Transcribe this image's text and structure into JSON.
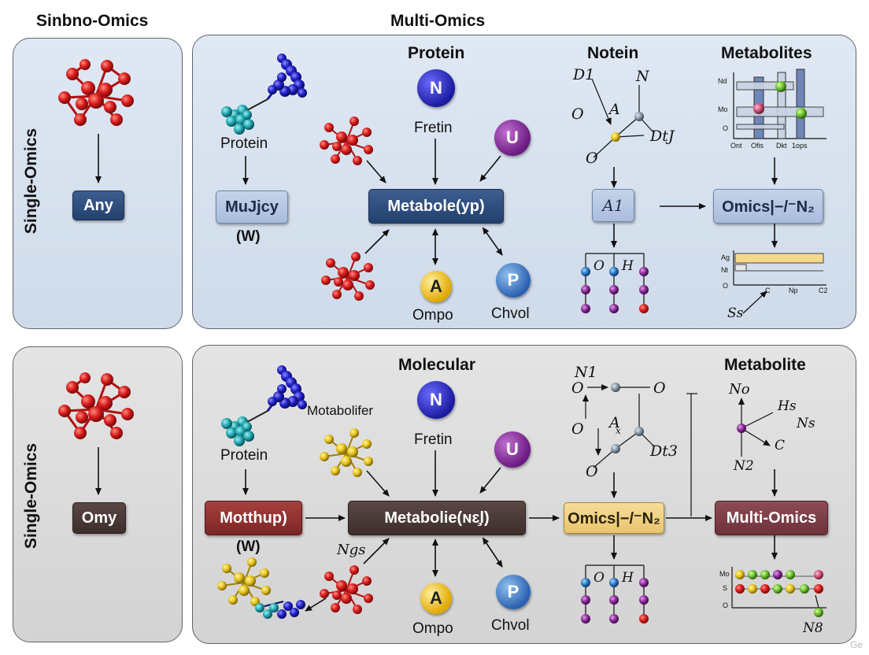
{
  "headers": {
    "single_title": "Sinbno-Omics",
    "multi_title": "Multi-Omics"
  },
  "top": {
    "side_label": "Single-Omics",
    "single_box": "Any",
    "protein_label": "Protein",
    "mujcy_box": "MuJjcy",
    "w_label": "(W)",
    "protein_header": "Protein",
    "fretin_label": "Fretin",
    "n_circle": "N",
    "u_circle": "U",
    "metabole_box": "Metabole(yp)",
    "a_circle": "A",
    "ompo_label": "Ompo",
    "p_circle": "P",
    "chvol_label": "Chvol",
    "notein_header": "Notein",
    "d1": "D1",
    "n_lbl": "N",
    "o_lbl": "O",
    "a_lbl": "A",
    "o_lbl2": "O",
    "dtj": "DtJ",
    "a1_box": "A1",
    "tree_o": "O",
    "tree_h": "H",
    "metabolites_header": "Metabolites",
    "mtab_y": [
      "Nd",
      "Mo",
      "O"
    ],
    "mtab_x": [
      "Ont",
      "Ofis",
      "Dkt",
      "1ops"
    ],
    "omics_box": "Omics|−/⁻N₂",
    "bar_y": [
      "Ag",
      "Nt",
      "O"
    ],
    "bar_x": [
      "C",
      "Np",
      "C2"
    ],
    "ss": "Ss"
  },
  "bottom": {
    "side_label": "Single-Omics",
    "single_box": "Omy",
    "protein_label": "Protein",
    "motabolifer_label": "Motabolifer",
    "mothup_box": "Motthup)",
    "w_label": "(W)",
    "ngs_label": "Ngs",
    "molecular_header": "Molecular",
    "fretin_label": "Fretin",
    "n_circle": "N",
    "u_circle": "U",
    "metabolie_box": "Metabolie(ɴɛ̧l)",
    "a_circle": "A",
    "ompo_label": "Ompo",
    "p_circle": "P",
    "chvol_label": "Chvol",
    "n1": "N1",
    "o1": "O",
    "o2": "O",
    "o3": "O",
    "a_lbl": "A",
    "x_lbl": "x",
    "dt3": "Dt3",
    "o4": "O",
    "omics_box": "Omics|−/⁻N₂",
    "tree_o": "O",
    "tree_h": "H",
    "metabolite_header": "Metabolite",
    "no": "No",
    "hs": "Hs",
    "ns": "Ns",
    "c": "C",
    "n2": "N2",
    "multi_box": "Multi-Omics",
    "dot_y": [
      "Mo",
      "S",
      "O"
    ],
    "n8": "N8"
  },
  "watermark": "Ge"
}
